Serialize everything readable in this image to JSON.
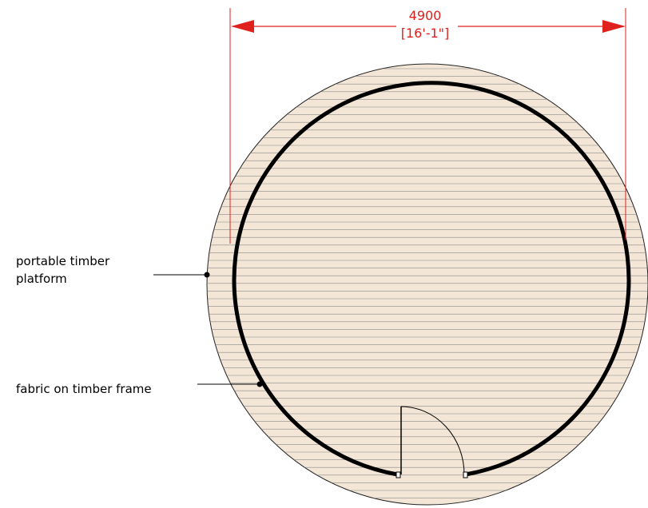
{
  "colors": {
    "platform_fill": "#f3e6d6",
    "platform_stroke": "#222222",
    "hatch": "#8a8a8a",
    "wall": "#000000",
    "dimension": "#e0201c",
    "leader": "#000000",
    "background": "#ffffff"
  },
  "dimension": {
    "value": "4900",
    "imperial": "[16'-1\"]"
  },
  "labels": {
    "platform_line1": "portable timber",
    "platform_line2": "platform",
    "fabric": "fabric on timber frame"
  }
}
